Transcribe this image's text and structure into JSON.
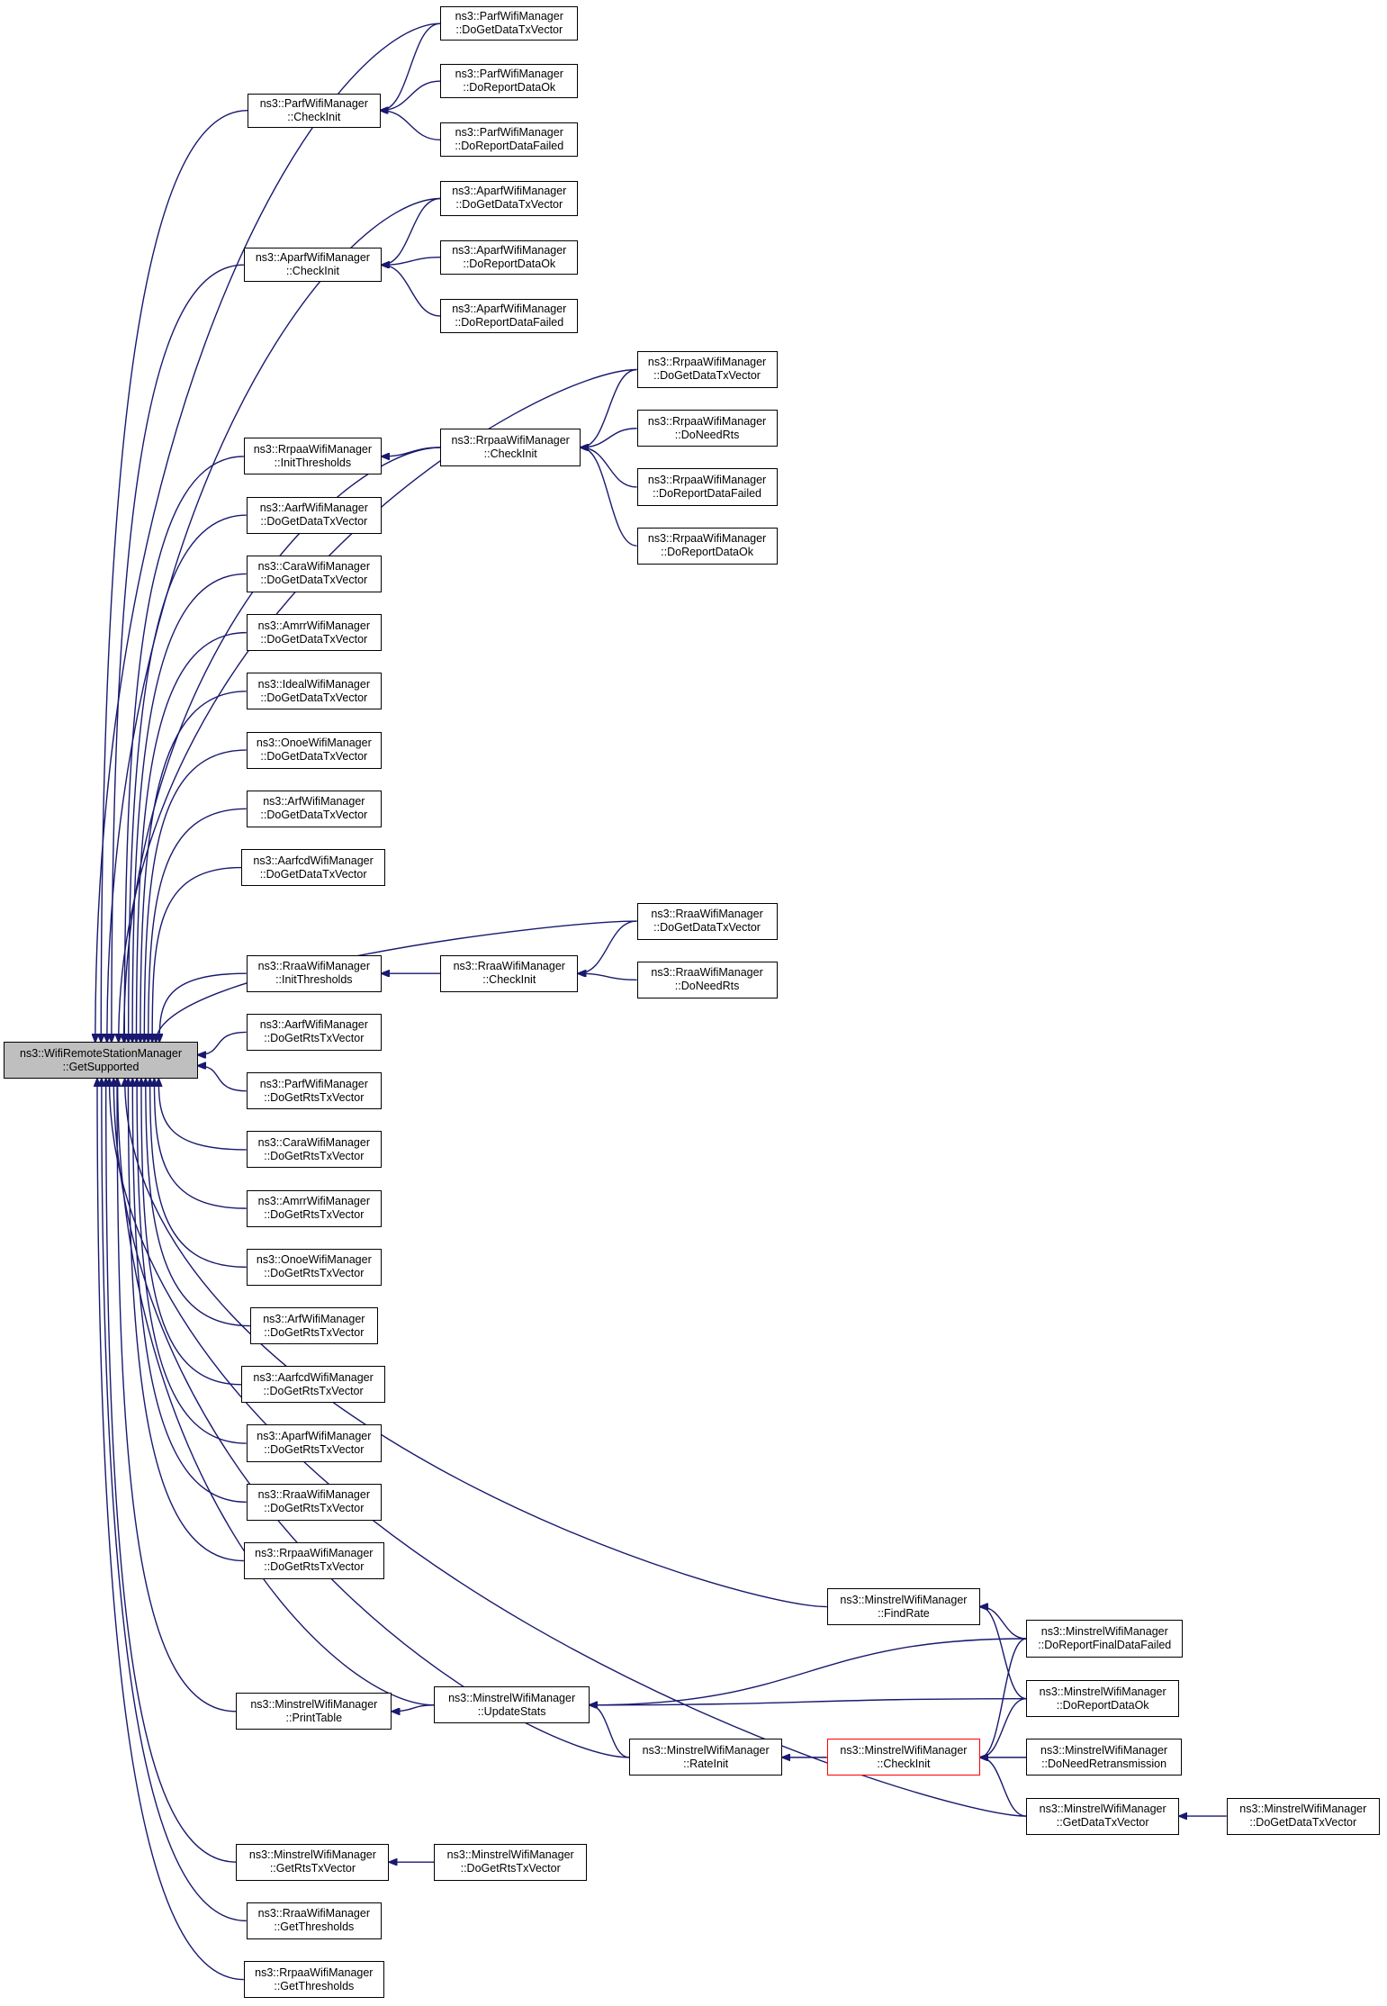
{
  "colors": {
    "edge": "#191970",
    "node_border": "#000000",
    "root_fill": "#bfbfbf",
    "highlight_border": "#ff0000"
  },
  "nodes": [
    {
      "id": "root",
      "cls": "ns3::WifiRemoteStationManager",
      "method": "::GetSupported"
    },
    {
      "id": "parf_checkinit",
      "cls": "ns3::ParfWifiManager",
      "method": "::CheckInit"
    },
    {
      "id": "parf_getdatatx",
      "cls": "ns3::ParfWifiManager",
      "method": "::DoGetDataTxVector"
    },
    {
      "id": "parf_reportok",
      "cls": "ns3::ParfWifiManager",
      "method": "::DoReportDataOk"
    },
    {
      "id": "parf_reportfailed",
      "cls": "ns3::ParfWifiManager",
      "method": "::DoReportDataFailed"
    },
    {
      "id": "aparf_checkinit",
      "cls": "ns3::AparfWifiManager",
      "method": "::CheckInit"
    },
    {
      "id": "aparf_getdatatx",
      "cls": "ns3::AparfWifiManager",
      "method": "::DoGetDataTxVector"
    },
    {
      "id": "aparf_reportok",
      "cls": "ns3::AparfWifiManager",
      "method": "::DoReportDataOk"
    },
    {
      "id": "aparf_reportfailed",
      "cls": "ns3::AparfWifiManager",
      "method": "::DoReportDataFailed"
    },
    {
      "id": "rrpaa_initthresholds",
      "cls": "ns3::RrpaaWifiManager",
      "method": "::InitThresholds"
    },
    {
      "id": "rrpaa_checkinit",
      "cls": "ns3::RrpaaWifiManager",
      "method": "::CheckInit"
    },
    {
      "id": "rrpaa_getdatatx",
      "cls": "ns3::RrpaaWifiManager",
      "method": "::DoGetDataTxVector"
    },
    {
      "id": "rrpaa_needrts",
      "cls": "ns3::RrpaaWifiManager",
      "method": "::DoNeedRts"
    },
    {
      "id": "rrpaa_reportfailed",
      "cls": "ns3::RrpaaWifiManager",
      "method": "::DoReportDataFailed"
    },
    {
      "id": "rrpaa_reportok",
      "cls": "ns3::RrpaaWifiManager",
      "method": "::DoReportDataOk"
    },
    {
      "id": "aarf_getdatatx",
      "cls": "ns3::AarfWifiManager",
      "method": "::DoGetDataTxVector"
    },
    {
      "id": "cara_getdatatx",
      "cls": "ns3::CaraWifiManager",
      "method": "::DoGetDataTxVector"
    },
    {
      "id": "amrr_getdatatx",
      "cls": "ns3::AmrrWifiManager",
      "method": "::DoGetDataTxVector"
    },
    {
      "id": "ideal_getdatatx",
      "cls": "ns3::IdealWifiManager",
      "method": "::DoGetDataTxVector"
    },
    {
      "id": "onoe_getdatatx",
      "cls": "ns3::OnoeWifiManager",
      "method": "::DoGetDataTxVector"
    },
    {
      "id": "arf_getdatatx",
      "cls": "ns3::ArfWifiManager",
      "method": "::DoGetDataTxVector"
    },
    {
      "id": "aarfcd_getdatatx",
      "cls": "ns3::AarfcdWifiManager",
      "method": "::DoGetDataTxVector"
    },
    {
      "id": "rraa_initthresholds",
      "cls": "ns3::RraaWifiManager",
      "method": "::InitThresholds"
    },
    {
      "id": "rraa_checkinit",
      "cls": "ns3::RraaWifiManager",
      "method": "::CheckInit"
    },
    {
      "id": "rraa_getdatatx",
      "cls": "ns3::RraaWifiManager",
      "method": "::DoGetDataTxVector"
    },
    {
      "id": "rraa_needrts",
      "cls": "ns3::RraaWifiManager",
      "method": "::DoNeedRts"
    },
    {
      "id": "aarf_getrtstx",
      "cls": "ns3::AarfWifiManager",
      "method": "::DoGetRtsTxVector"
    },
    {
      "id": "parf_getrtstx",
      "cls": "ns3::ParfWifiManager",
      "method": "::DoGetRtsTxVector"
    },
    {
      "id": "cara_getrtstx",
      "cls": "ns3::CaraWifiManager",
      "method": "::DoGetRtsTxVector"
    },
    {
      "id": "amrr_getrtstx",
      "cls": "ns3::AmrrWifiManager",
      "method": "::DoGetRtsTxVector"
    },
    {
      "id": "onoe_getrtstx",
      "cls": "ns3::OnoeWifiManager",
      "method": "::DoGetRtsTxVector"
    },
    {
      "id": "arf_getrtstx",
      "cls": "ns3::ArfWifiManager",
      "method": "::DoGetRtsTxVector"
    },
    {
      "id": "aarfcd_getrtstx",
      "cls": "ns3::AarfcdWifiManager",
      "method": "::DoGetRtsTxVector"
    },
    {
      "id": "aparf_getrtstx",
      "cls": "ns3::AparfWifiManager",
      "method": "::DoGetRtsTxVector"
    },
    {
      "id": "rraa_getrtstx",
      "cls": "ns3::RraaWifiManager",
      "method": "::DoGetRtsTxVector"
    },
    {
      "id": "rrpaa_getrtstx",
      "cls": "ns3::RrpaaWifiManager",
      "method": "::DoGetRtsTxVector"
    },
    {
      "id": "minstrel_findrate",
      "cls": "ns3::MinstrelWifiManager",
      "method": "::FindRate"
    },
    {
      "id": "minstrel_reportfinalfailed",
      "cls": "ns3::MinstrelWifiManager",
      "method": "::DoReportFinalDataFailed"
    },
    {
      "id": "minstrel_printtable",
      "cls": "ns3::MinstrelWifiManager",
      "method": "::PrintTable"
    },
    {
      "id": "minstrel_updatestats",
      "cls": "ns3::MinstrelWifiManager",
      "method": "::UpdateStats"
    },
    {
      "id": "minstrel_reportok",
      "cls": "ns3::MinstrelWifiManager",
      "method": "::DoReportDataOk"
    },
    {
      "id": "minstrel_rateinit",
      "cls": "ns3::MinstrelWifiManager",
      "method": "::RateInit"
    },
    {
      "id": "minstrel_checkinit",
      "cls": "ns3::MinstrelWifiManager",
      "method": "::CheckInit"
    },
    {
      "id": "minstrel_needretrans",
      "cls": "ns3::MinstrelWifiManager",
      "method": "::DoNeedRetransmission"
    },
    {
      "id": "minstrel_getdatatx",
      "cls": "ns3::MinstrelWifiManager",
      "method": "::GetDataTxVector"
    },
    {
      "id": "minstrel_dogetdatatx",
      "cls": "ns3::MinstrelWifiManager",
      "method": "::DoGetDataTxVector"
    },
    {
      "id": "minstrel_getrtstx",
      "cls": "ns3::MinstrelWifiManager",
      "method": "::GetRtsTxVector"
    },
    {
      "id": "minstrel_dogetrtstx",
      "cls": "ns3::MinstrelWifiManager",
      "method": "::DoGetRtsTxVector"
    },
    {
      "id": "rraa_getthresholds",
      "cls": "ns3::RraaWifiManager",
      "method": "::GetThresholds"
    },
    {
      "id": "rrpaa_getthresholds",
      "cls": "ns3::RrpaaWifiManager",
      "method": "::GetThresholds"
    }
  ],
  "edges": [
    {
      "from": "parf_checkinit",
      "to": "root"
    },
    {
      "from": "parf_getdatatx",
      "to": "root"
    },
    {
      "from": "parf_getdatatx",
      "to": "parf_checkinit"
    },
    {
      "from": "parf_reportok",
      "to": "parf_checkinit"
    },
    {
      "from": "parf_reportfailed",
      "to": "parf_checkinit"
    },
    {
      "from": "aparf_checkinit",
      "to": "root"
    },
    {
      "from": "aparf_getdatatx",
      "to": "root"
    },
    {
      "from": "aparf_getdatatx",
      "to": "aparf_checkinit"
    },
    {
      "from": "aparf_reportok",
      "to": "aparf_checkinit"
    },
    {
      "from": "aparf_reportfailed",
      "to": "aparf_checkinit"
    },
    {
      "from": "rrpaa_initthresholds",
      "to": "root"
    },
    {
      "from": "rrpaa_getdatatx",
      "to": "root"
    },
    {
      "from": "rrpaa_checkinit",
      "to": "root"
    },
    {
      "from": "rrpaa_checkinit",
      "to": "rrpaa_initthresholds"
    },
    {
      "from": "rrpaa_getdatatx",
      "to": "rrpaa_checkinit"
    },
    {
      "from": "rrpaa_needrts",
      "to": "rrpaa_checkinit"
    },
    {
      "from": "rrpaa_reportfailed",
      "to": "rrpaa_checkinit"
    },
    {
      "from": "rrpaa_reportok",
      "to": "rrpaa_checkinit"
    },
    {
      "from": "aarf_getdatatx",
      "to": "root"
    },
    {
      "from": "cara_getdatatx",
      "to": "root"
    },
    {
      "from": "amrr_getdatatx",
      "to": "root"
    },
    {
      "from": "ideal_getdatatx",
      "to": "root"
    },
    {
      "from": "onoe_getdatatx",
      "to": "root"
    },
    {
      "from": "arf_getdatatx",
      "to": "root"
    },
    {
      "from": "aarfcd_getdatatx",
      "to": "root"
    },
    {
      "from": "rraa_getdatatx",
      "to": "root"
    },
    {
      "from": "rraa_initthresholds",
      "to": "root"
    },
    {
      "from": "rraa_checkinit",
      "to": "rraa_initthresholds"
    },
    {
      "from": "rraa_getdatatx",
      "to": "rraa_checkinit"
    },
    {
      "from": "rraa_needrts",
      "to": "rraa_checkinit"
    },
    {
      "from": "aarf_getrtstx",
      "to": "root"
    },
    {
      "from": "parf_getrtstx",
      "to": "root"
    },
    {
      "from": "cara_getrtstx",
      "to": "root"
    },
    {
      "from": "amrr_getrtstx",
      "to": "root"
    },
    {
      "from": "onoe_getrtstx",
      "to": "root"
    },
    {
      "from": "arf_getrtstx",
      "to": "root"
    },
    {
      "from": "aarfcd_getrtstx",
      "to": "root"
    },
    {
      "from": "aparf_getrtstx",
      "to": "root"
    },
    {
      "from": "rraa_getrtstx",
      "to": "root"
    },
    {
      "from": "rrpaa_getrtstx",
      "to": "root"
    },
    {
      "from": "minstrel_findrate",
      "to": "root"
    },
    {
      "from": "minstrel_updatestats",
      "to": "root"
    },
    {
      "from": "minstrel_printtable",
      "to": "root"
    },
    {
      "from": "minstrel_rateinit",
      "to": "root"
    },
    {
      "from": "minstrel_getdatatx",
      "to": "root"
    },
    {
      "from": "minstrel_getrtstx",
      "to": "root"
    },
    {
      "from": "rraa_getthresholds",
      "to": "root"
    },
    {
      "from": "rrpaa_getthresholds",
      "to": "root"
    },
    {
      "from": "minstrel_reportfinalfailed",
      "to": "minstrel_findrate"
    },
    {
      "from": "minstrel_reportok",
      "to": "minstrel_findrate"
    },
    {
      "from": "minstrel_reportfinalfailed",
      "to": "minstrel_updatestats"
    },
    {
      "from": "minstrel_reportok",
      "to": "minstrel_updatestats"
    },
    {
      "from": "minstrel_updatestats",
      "to": "minstrel_printtable"
    },
    {
      "from": "minstrel_rateinit",
      "to": "minstrel_updatestats"
    },
    {
      "from": "minstrel_checkinit",
      "to": "minstrel_rateinit"
    },
    {
      "from": "minstrel_reportfinalfailed",
      "to": "minstrel_checkinit"
    },
    {
      "from": "minstrel_reportok",
      "to": "minstrel_checkinit"
    },
    {
      "from": "minstrel_needretrans",
      "to": "minstrel_checkinit"
    },
    {
      "from": "minstrel_getdatatx",
      "to": "minstrel_checkinit"
    },
    {
      "from": "minstrel_dogetdatatx",
      "to": "minstrel_getdatatx"
    },
    {
      "from": "minstrel_dogetrtstx",
      "to": "minstrel_getrtstx"
    }
  ]
}
